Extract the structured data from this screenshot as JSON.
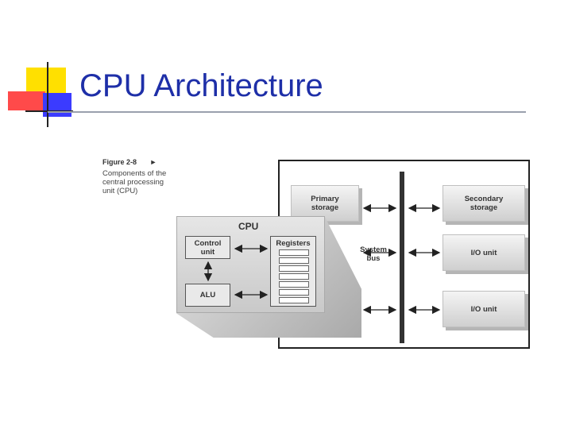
{
  "slide": {
    "title": "CPU Architecture"
  },
  "figure": {
    "label": "Figure 2-8",
    "caption": "Components of the central processing unit (CPU)"
  },
  "diagram": {
    "cpu": {
      "label": "CPU",
      "control_unit": "Control unit",
      "alu": "ALU",
      "registers": "Registers"
    },
    "system_bus": "System bus",
    "primary_storage": "Primary storage",
    "secondary_storage": "Secondary storage",
    "io_unit_1": "I/O unit",
    "io_unit_2": "I/O unit"
  },
  "colors": {
    "title": "#1e2fa8",
    "accent_yellow": "#ffe000",
    "accent_red": "#ff4a4a",
    "accent_blue": "#3b3bff"
  }
}
